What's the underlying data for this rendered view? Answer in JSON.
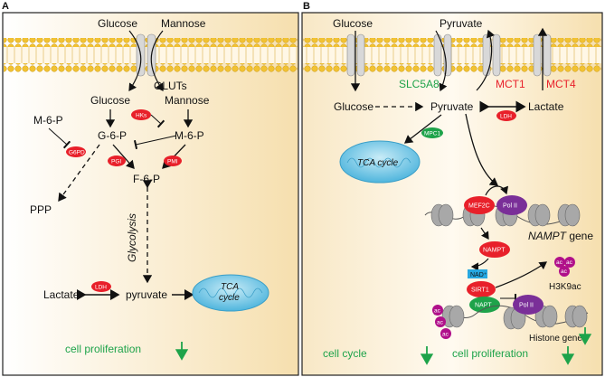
{
  "panels": {
    "a": {
      "letter": "A",
      "membrane_transporters": {
        "left": "Glucose",
        "right": "Mannose",
        "label": "GLUTs"
      },
      "metabolites": {
        "glucose": "Glucose",
        "mannose": "Mannose",
        "g6p": "G-6-P",
        "m6p_left": "M-6-P",
        "m6p_right": "M-6-P",
        "f6p": "F-6-P",
        "ppp": "PPP",
        "lactate": "Lactate",
        "pyruvate": "pyruvate"
      },
      "enzymes": {
        "hks": "HKs",
        "g6pd": "G6PD",
        "pgi": "PGI",
        "pmi": "PMI",
        "ldh": "LDH"
      },
      "glycolysis_label": "Glycolysis",
      "organelle_label": "TCA\ncycle",
      "outcome": {
        "text": "cell proliferation",
        "arrow": "↓"
      }
    },
    "b": {
      "letter": "B",
      "membrane_molecules": {
        "glucose": "Glucose",
        "pyruvate": "Pyruvate"
      },
      "transporters": {
        "slc5a8": "SLC5A8",
        "mct1": "MCT1",
        "mct4": "MCT4"
      },
      "metabolites": {
        "glucose": "Glucose",
        "pyruvate": "Pyruvate",
        "lactate": "Lactate"
      },
      "enzymes": {
        "ldh": "LDH",
        "mpc1": "MPC1"
      },
      "organelle_label": "TCA cycle",
      "nuclear": {
        "mef2c": "MEF2C",
        "pol2_top": "Pol II",
        "nampt_gene_italic": "NAMPT",
        "nampt_gene_suffix": " gene",
        "nampt": "NAMPT",
        "nad": "NAD⁺",
        "sirt1": "SIRT1",
        "napt": "NAPT",
        "pol2_bottom": "Pol II",
        "ac": "ac",
        "h3k9ac": "H3K9ac",
        "histone_gene": "Histone gene"
      },
      "outcomes": [
        {
          "text": "cell cycle",
          "arrow": "↓"
        },
        {
          "text": "cell proliferation",
          "arrow": "↓"
        }
      ]
    }
  },
  "colors": {
    "background_gradient_start": "#ffffff",
    "background_gradient_end": "#f6dfae",
    "enzyme_red": "#e8202a",
    "transporter_green": "#1ea34a",
    "mitochondrion": "#6ec6e6",
    "nucleosome": "#9a9a9a",
    "pol2_purple": "#7a2f98",
    "ac_magenta": "#b0108a",
    "nad_blue": "#27a7e0",
    "lipid_head": "#f2c232"
  }
}
